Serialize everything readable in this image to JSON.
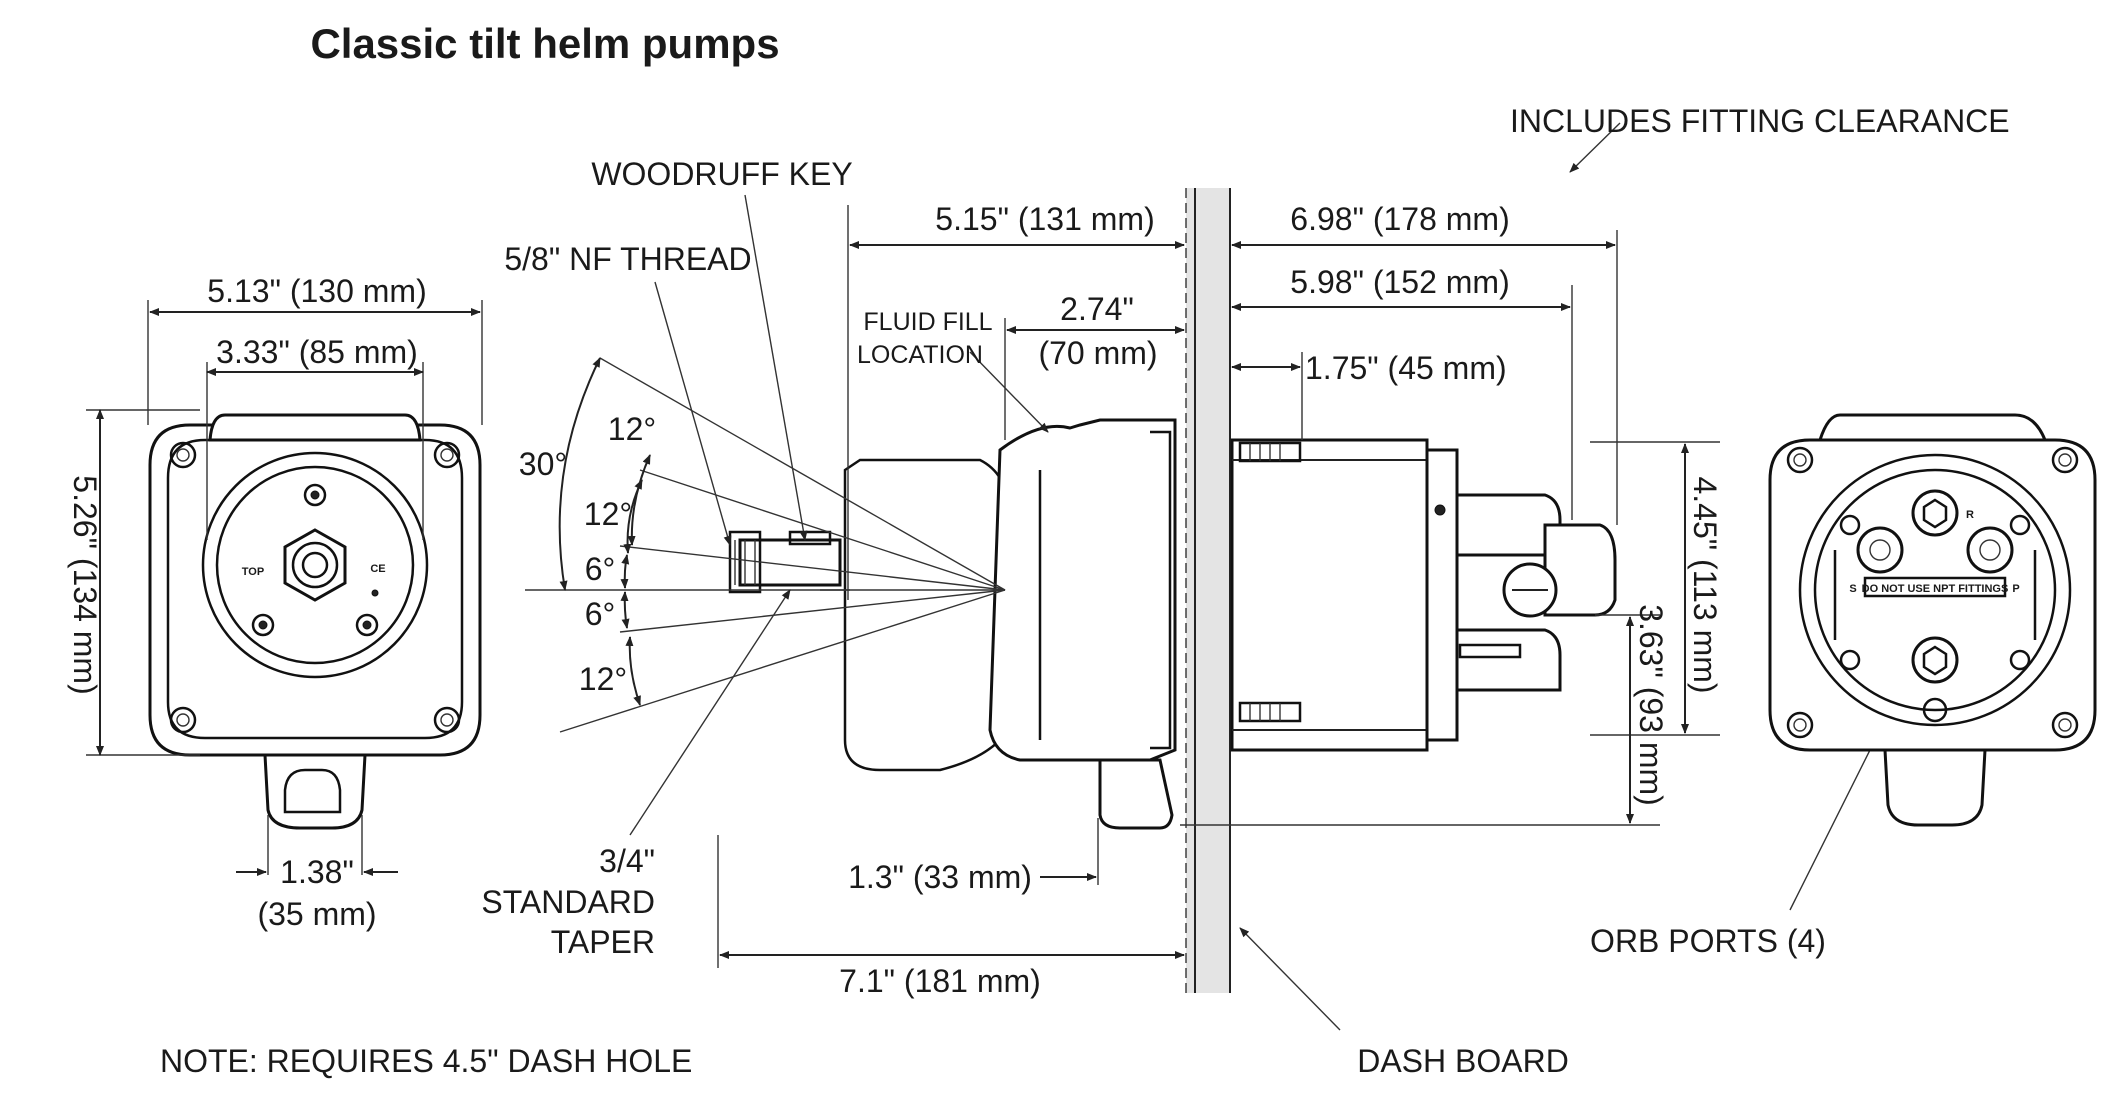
{
  "title": "Classic tilt helm pumps",
  "labels": {
    "includes_fitting_clearance": "INCLUDES FITTING CLEARANCE",
    "woodruff_key": "WOODRUFF KEY",
    "nf_thread": "5/8\" NF THREAD",
    "fluid_fill_1": "FLUID FILL",
    "fluid_fill_2": "LOCATION",
    "taper_1": "3/4\"",
    "taper_2": "STANDARD",
    "taper_3": "TAPER",
    "orb_ports": "ORB PORTS (4)",
    "dash_board": "DASH BOARD",
    "note": "NOTE: REQUIRES 4.5\" DASH HOLE"
  },
  "dimensions": {
    "front_width_outer": "5.13\" (130 mm)",
    "front_width_inner": "3.33\" (85 mm)",
    "front_height": "5.26\" (134 mm)",
    "front_tab_width_1": "1.38\"",
    "front_tab_width_2": "(35 mm)",
    "pump_front_depth": "5.15\" (131 mm)",
    "fill_depth_1": "2.74\"",
    "fill_depth_2": "(70 mm)",
    "rear_depth_total": "6.98\" (178 mm)",
    "rear_depth_body": "5.98\" (152 mm)",
    "rear_stud_depth": "1.75\" (45 mm)",
    "rear_height": "4.45\" (113 mm)",
    "rear_port_height": "3.63\" (93 mm)",
    "tab_offset": "1.3\" (33 mm)",
    "overall_front": "7.1\" (181 mm)"
  },
  "angles": {
    "total": "30°",
    "up_upper": "12°",
    "up_mid": "12°",
    "up_small": "6°",
    "down_small": "6°",
    "down_lower": "12°"
  },
  "panel": {
    "top_marking": "TOP",
    "ce_marking": "CE",
    "port_warning": "DO NOT USE NPT FITTINGS",
    "port_s": "S",
    "port_p": "P",
    "port_r": "R"
  }
}
